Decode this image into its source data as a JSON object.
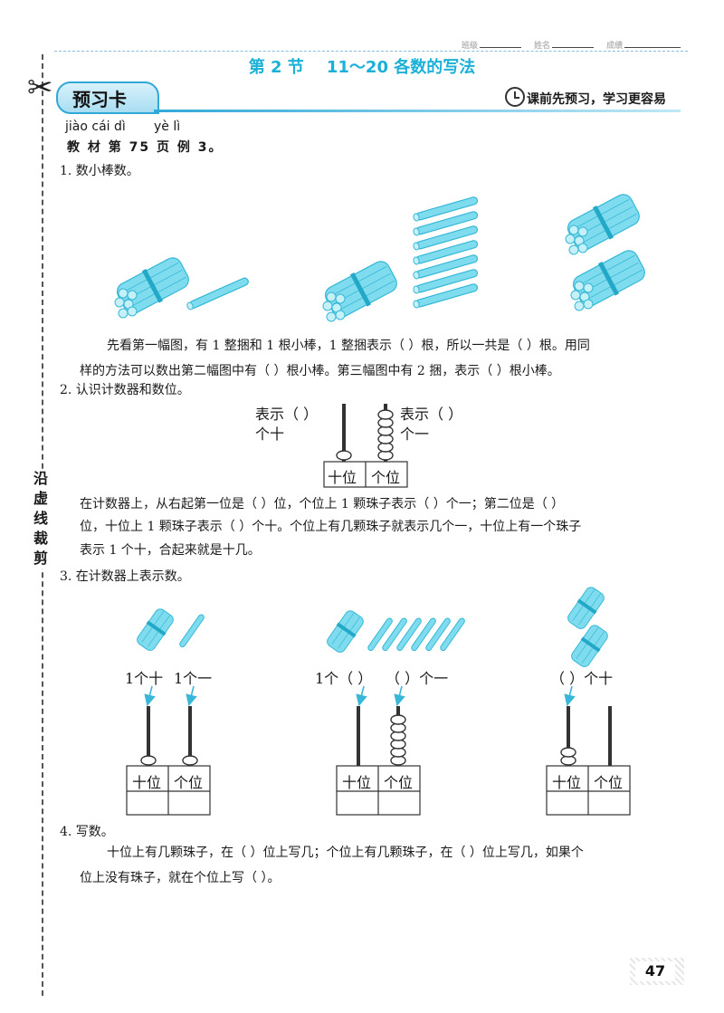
{
  "header": {
    "field_labels": [
      "班级",
      "姓名",
      "成绩"
    ],
    "section_title": "第 2 节    11～20 各数的写法",
    "card_label": "预习卡",
    "tagline": "课前先预习，学习更容易"
  },
  "side": {
    "cut_text": [
      "沿",
      "虚",
      "线",
      "裁",
      "剪"
    ]
  },
  "intro": {
    "pinyin_1": "jiào cái dì",
    "pinyin_2": "yè lì",
    "reference": "教 材 第 75 页 例 3。"
  },
  "q1": {
    "title": "1. 数小棒数。",
    "line1": "先看第一幅图，有 1 整捆和 1 根小棒，1 整捆表示（      ）根，所以一共是（      ）根。用同",
    "line2": "样的方法可以数出第二幅图中有（      ）根小棒。第三幅图中有 2 捆，表示（      ）根小棒。"
  },
  "q2": {
    "title": "2. 认识计数器和数位。",
    "label_left_1": "表示（      ）",
    "label_left_2": "个十",
    "label_right_1": "表示（      ）",
    "label_right_2": "个一",
    "tens_place": "十位",
    "ones_place": "个位",
    "line1": "在计数器上，从右起第一位是（      ）位，个位上 1 颗珠子表示（      ）个一；第二位是（      ）",
    "line2": "位，十位上 1 颗珠子表示（      ）个十。个位上有几颗珠子就表示几个一，十位上有一个珠子",
    "line3": "表示 1 个十，合起来就是十几。"
  },
  "q3": {
    "title": "3. 在计数器上表示数。",
    "a_label_1": "1个十",
    "a_label_2": "1个一",
    "b_label_1": "1个（    ）",
    "b_label_2": "（    ）个一",
    "c_label": "（    ）个十",
    "tens_place": "十位",
    "ones_place": "个位",
    "ones_beads_b": 6,
    "tens_beads_c": 2
  },
  "q4": {
    "title": "4. 写数。",
    "line1": "十位上有几颗珠子，在（      ）位上写几；个位上有几颗珠子，在（      ）位上写几，如果个",
    "line2": "位上没有珠子，就在个位上写（      ）。"
  },
  "footer": {
    "page_number": "47"
  },
  "colors": {
    "accent": "#1ab0d8",
    "stick": "#7fdcee",
    "stick_edge": "#36b8d6",
    "bead_fill": "#ffffff",
    "rod": "#333333"
  }
}
